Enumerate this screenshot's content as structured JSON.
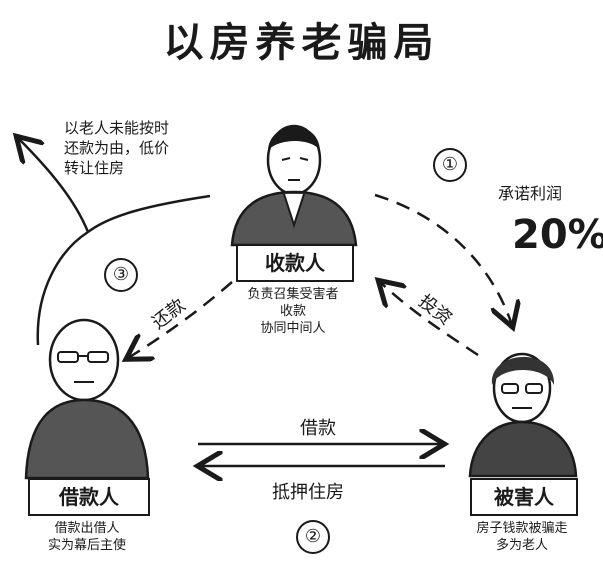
{
  "title": "以房养老骗局",
  "left_note": "以老人未能按时\n还款为由，低价\n转让住房",
  "collector": {
    "box_label": "收款人",
    "caption": "负责召集受害者\n收款\n协同中间人"
  },
  "borrower": {
    "box_label": "借款人",
    "caption": "借款出借人\n实为幕后主使"
  },
  "victim": {
    "box_label": "被害人",
    "caption": "房子钱款被骗走\n多为老人"
  },
  "promise": {
    "text": "承诺利润",
    "percent": "20%"
  },
  "arrows": {
    "repay": "还款",
    "invest": "投资",
    "loan": "借款",
    "mortgage": "抵押住房"
  },
  "steps": [
    "①",
    "②",
    "③"
  ]
}
